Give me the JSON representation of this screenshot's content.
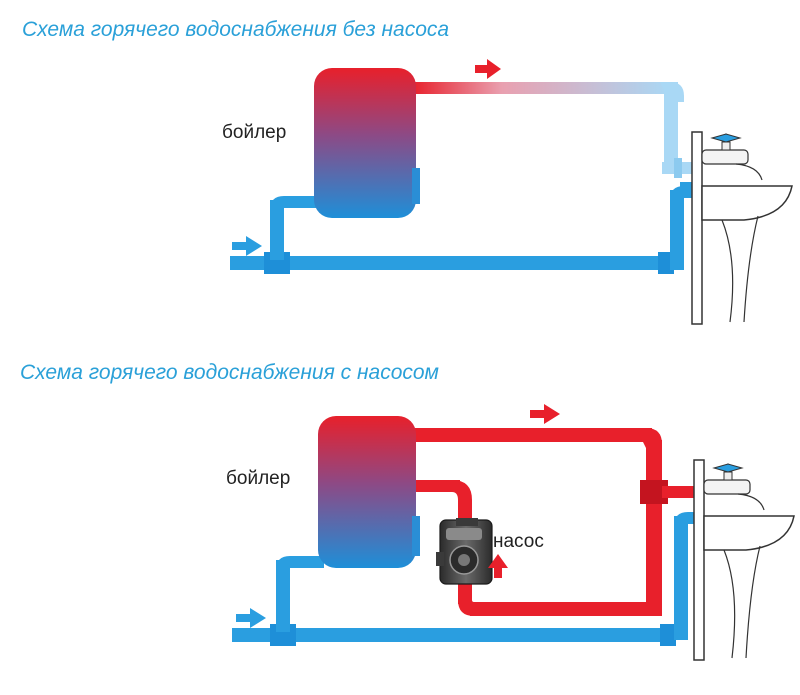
{
  "diagrams": [
    {
      "title": "Схема горячего водоснабжения без насоса",
      "boiler_label": "бойлер"
    },
    {
      "title": "Схема горячего водоснабжения с насосом",
      "boiler_label": "бойлер",
      "pump_label": "насос"
    }
  ],
  "colors": {
    "hot": "#e8202b",
    "cold": "#2a9ee0",
    "title": "#2aa0d8"
  },
  "icons": [
    "boiler-icon",
    "faucet-icon",
    "sink-icon",
    "pump-icon",
    "flow-arrow-icon"
  ]
}
